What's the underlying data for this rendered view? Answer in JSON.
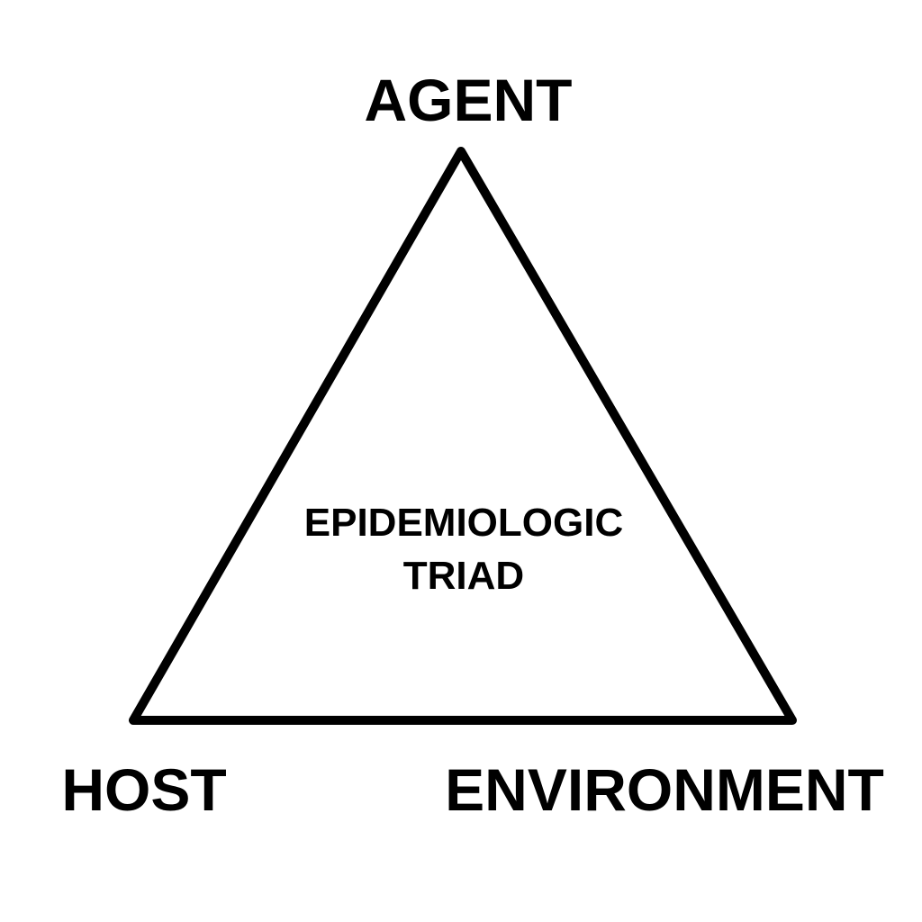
{
  "diagram": {
    "vertices": {
      "top": "AGENT",
      "bottom_left": "HOST",
      "bottom_right": "ENVIRONMENT"
    },
    "center": {
      "line1": "EPIDEMIOLOGIC",
      "line2": "TRIAD"
    }
  },
  "colors": {
    "stroke": "#000000",
    "text": "#000000",
    "background": "#ffffff"
  }
}
